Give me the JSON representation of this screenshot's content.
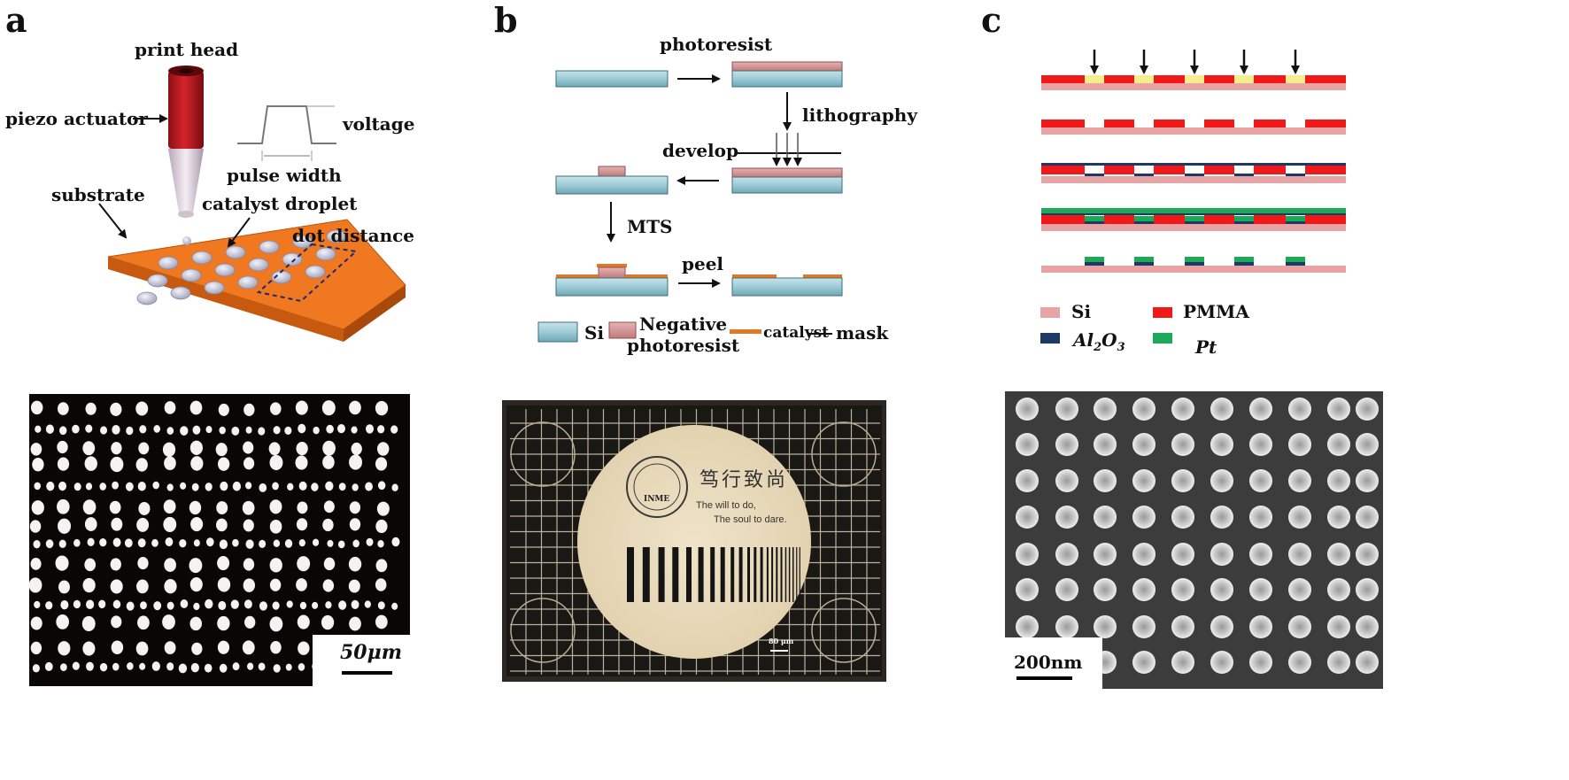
{
  "panels": {
    "a": {
      "letter": "a",
      "labels": {
        "print_head": "print head",
        "piezo_actuator": "piezo actuator",
        "voltage": "voltage",
        "pulse_width": "pulse width",
        "substrate": "substrate",
        "catalyst_droplet": "catalyst droplet",
        "dot_distance": "dot distance"
      },
      "scale_bar": "50μm"
    },
    "b": {
      "letter": "b",
      "labels": {
        "photoresist": "photoresist",
        "lithography": "lithography",
        "develop": "develop",
        "mts": "MTS",
        "peel": "peel"
      },
      "legend": {
        "si": "Si",
        "negative_photoresist_1": "Negative",
        "negative_photoresist_2": "photoresist",
        "catalyst": "catalyst",
        "mask": "mask"
      },
      "photo": {
        "logo_text": "INME",
        "chinese_motto": "笃行致尚",
        "english_motto_1": "The will to do,",
        "english_motto_2": "The soul to dare.",
        "scale_bar": "80 μm"
      }
    },
    "c": {
      "letter": "c",
      "legend": {
        "si": "Si",
        "pmma": "PMMA",
        "al2o3_base": "Al",
        "al2o3_sub1": "2",
        "al2o3_mid": "O",
        "al2o3_sub2": "3",
        "pt": "Pt"
      },
      "scale_bar": "200nm"
    }
  },
  "colors": {
    "si": "#e8a4a4",
    "pmma": "#f01818",
    "al2o3": "#1c3a64",
    "pt": "#1ea85a",
    "exposed": "#f6ee8c",
    "substrate_orange": "#f07820",
    "si_wafer": "#9ccbd6",
    "photoresist": "#d38e8e",
    "catalyst": "#e07828"
  }
}
